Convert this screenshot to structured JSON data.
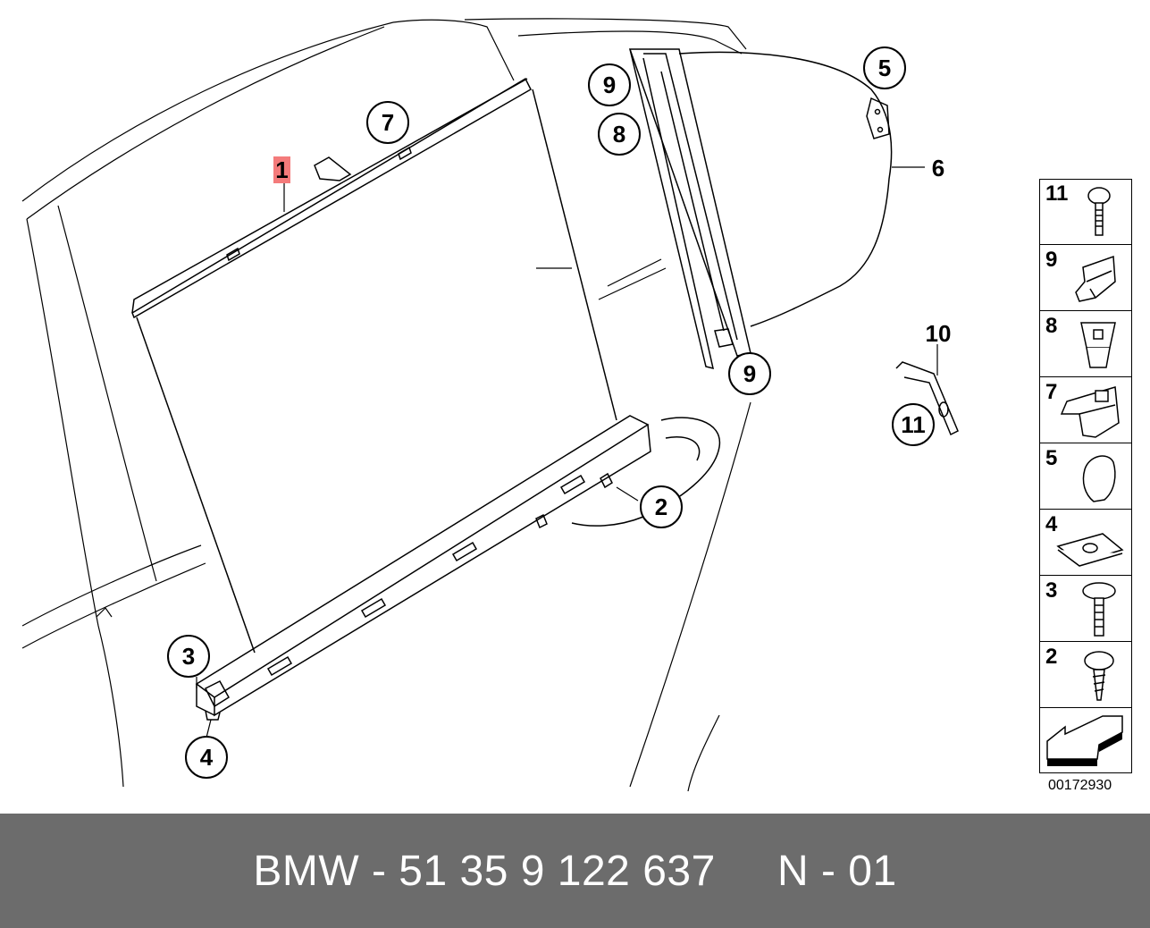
{
  "diagram": {
    "callouts": {
      "c1": "1",
      "c2": "2",
      "c3": "3",
      "c4": "4",
      "c5": "5",
      "c6": "6",
      "c7": "7",
      "c8": "8",
      "c9a": "9",
      "c9b": "9",
      "c10": "10",
      "c11": "11"
    },
    "highlight_color": "#f47b7b"
  },
  "sidebar": {
    "items": [
      {
        "label": "11",
        "icon": "bolt-icon"
      },
      {
        "label": "9",
        "icon": "clip-icon"
      },
      {
        "label": "8",
        "icon": "nut-icon"
      },
      {
        "label": "7",
        "icon": "cap-icon"
      },
      {
        "label": "5",
        "icon": "end-cap-icon"
      },
      {
        "label": "4",
        "icon": "spring-nut-icon"
      },
      {
        "label": "3",
        "icon": "screw-icon"
      },
      {
        "label": "2",
        "icon": "tapping-screw-icon"
      }
    ],
    "catalog_number": "00172930"
  },
  "footer": {
    "text": "BMW - 51 35 9 122 637     N - 01"
  }
}
